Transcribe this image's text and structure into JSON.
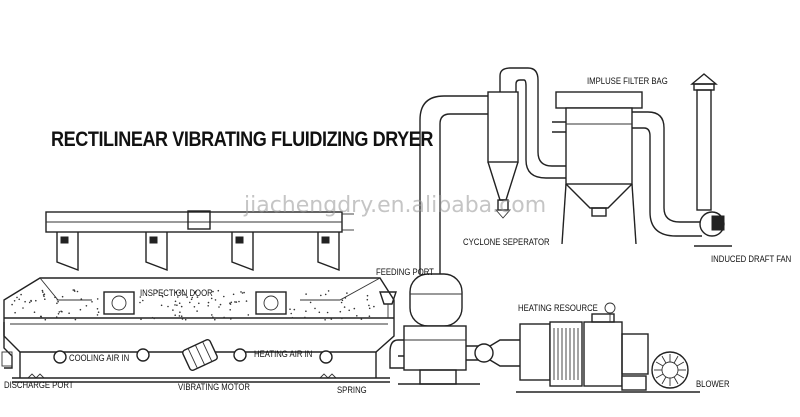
{
  "title": "RECTILINEAR VIBRATING FLUIDIZING DRYER",
  "watermark": "jiachengdry.en.alibaba.com",
  "labels": {
    "impulse_filter_bag": "IMPLUSE FILTER BAG",
    "cyclone_separator": "CYCLONE SEPERATOR",
    "induced_draft_fan": "INDUCED DRAFT FAN",
    "feeding_port": "FEEDING PORT",
    "inspection_door": "INSPECTION DOOR",
    "heating_resource": "HEATING RESOURCE",
    "cooling_air_in": "COOLING AIR IN",
    "heating_air_in": "HEATING AIR IN",
    "discharge_port": "DISCHARGE PORT",
    "vibrating_motor": "VIBRATING MOTOR",
    "spring": "SPRING",
    "blower": "BLOWER"
  },
  "colors": {
    "line": "#222222",
    "watermark": "#969696"
  }
}
